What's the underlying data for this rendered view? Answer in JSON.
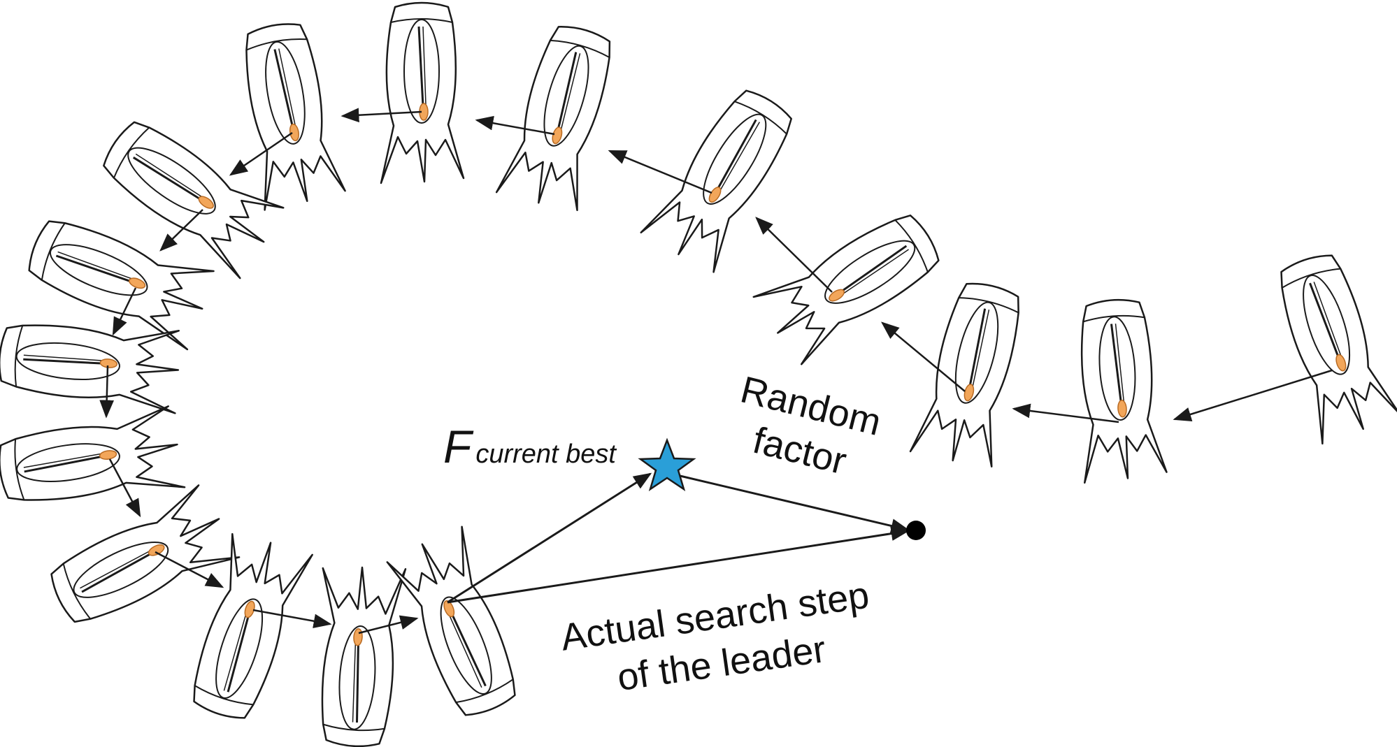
{
  "labels": {
    "f_main": "F",
    "f_sub": "current best",
    "random_line1": "Random",
    "random_line2": "factor",
    "step_line1": "Actual search step",
    "step_line2": "of the leader"
  },
  "colors": {
    "star": "#2a9fd8",
    "star_stroke": "#1a1a1a",
    "stomach": "#f2a65a",
    "stomach_stroke": "#b86a22",
    "line": "#1a1a1a",
    "body_fill": "#ffffff",
    "target_dot": "#000000"
  },
  "icons": {
    "salp": "salp-icon",
    "star": "star-icon",
    "target": "target-dot-icon"
  }
}
